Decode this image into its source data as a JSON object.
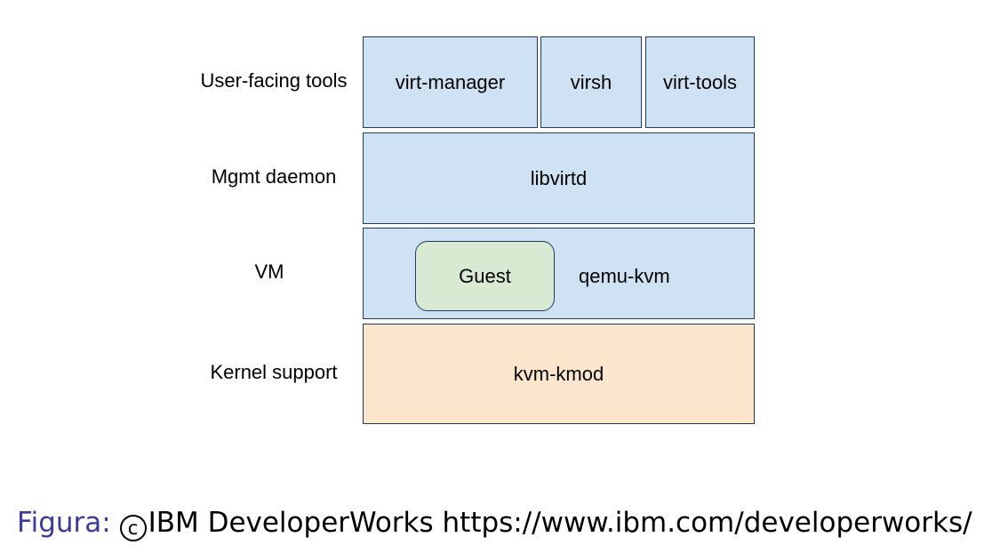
{
  "rows": {
    "user_tools": {
      "label": "User-facing tools",
      "boxes": [
        "virt-manager",
        "virsh",
        "virt-tools"
      ]
    },
    "mgmt": {
      "label": "Mgmt daemon",
      "box": "libvirtd"
    },
    "vm": {
      "label": "VM",
      "guest": "Guest",
      "hypervisor": "qemu-kvm"
    },
    "kernel": {
      "label": "Kernel support",
      "box": "kvm-kmod"
    }
  },
  "caption": {
    "prefix": "Figura:",
    "copyright_symbol": "c",
    "text": "IBM DeveloperWorks https://www.ibm.com/developerworks/"
  },
  "colors": {
    "blue_box": "#cfe2f3",
    "orange_box": "#fce5cd",
    "green_box": "#d9ead3",
    "border": "#1f3b5a",
    "caption_prefix": "#3b3b9b"
  }
}
